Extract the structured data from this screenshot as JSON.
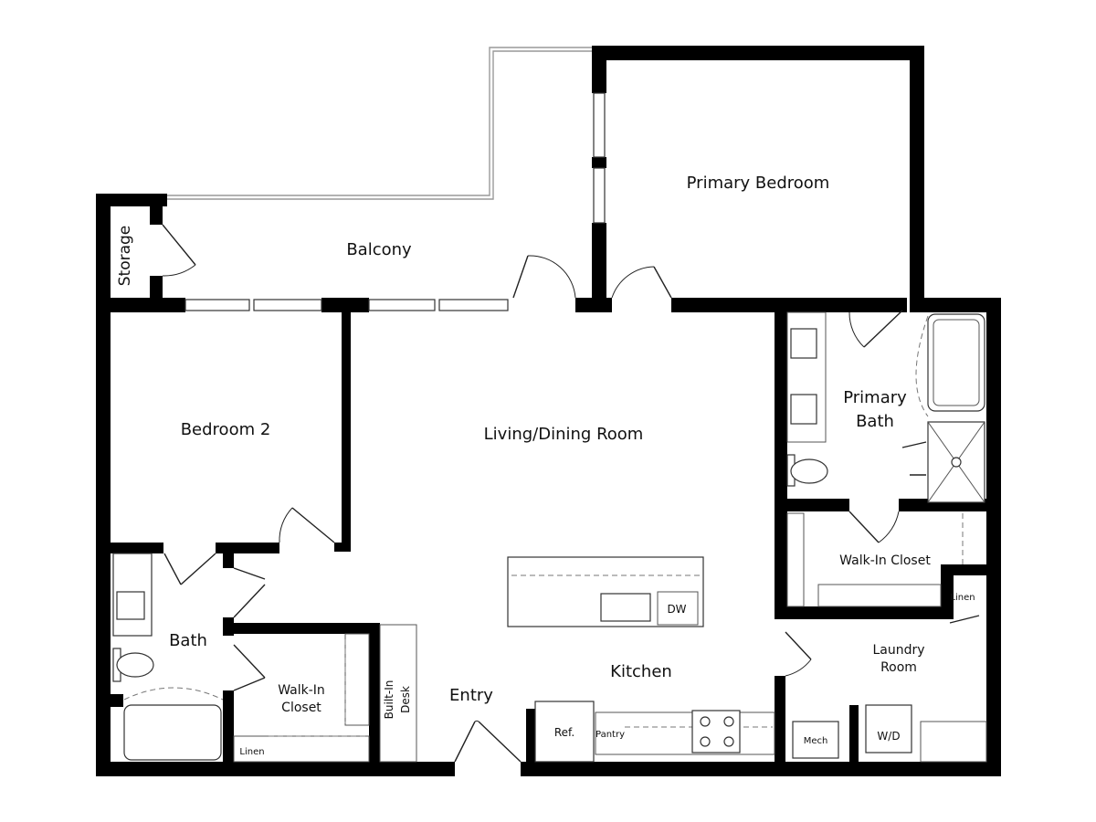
{
  "rooms": {
    "primary_bedroom": "Primary Bedroom",
    "balcony": "Balcony",
    "storage": "Storage",
    "bedroom_2": "Bedroom 2",
    "living_dining": "Living/Dining Room",
    "primary_bath_line1": "Primary",
    "primary_bath_line2": "Bath",
    "walk_in_closet_primary": "Walk-In Closet",
    "linen_primary": "Linen",
    "laundry_line1": "Laundry",
    "laundry_line2": "Room",
    "bath": "Bath",
    "walk_in_closet_line1": "Walk-In",
    "walk_in_closet_line2": "Closet",
    "linen_bath": "Linen",
    "built_in_line1": "Built-In",
    "built_in_line2": "Desk",
    "entry": "Entry",
    "kitchen": "Kitchen"
  },
  "fixtures": {
    "dw": "DW",
    "ref": "Ref.",
    "pantry": "Pantry",
    "mech": "Mech",
    "wd": "W/D"
  },
  "colors": {
    "wall": "#000000",
    "background": "#ffffff"
  }
}
